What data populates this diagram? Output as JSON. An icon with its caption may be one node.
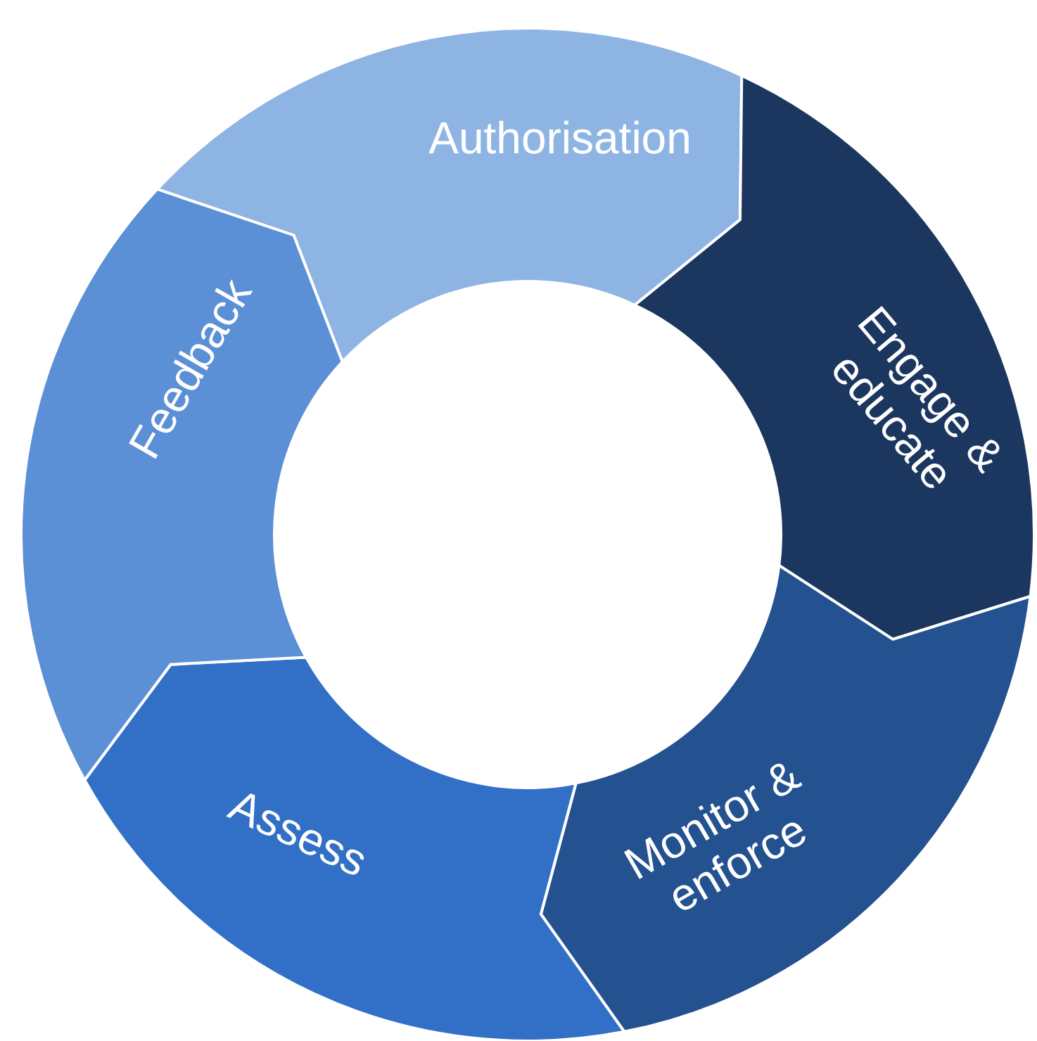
{
  "diagram": {
    "nodes": [
      {
        "text": [
          "Authorisation"
        ]
      },
      {
        "text": [
          "Engage & educate"
        ]
      },
      {
        "text": [
          "Monitor & enforce"
        ]
      },
      {
        "text": [
          "Assess"
        ]
      },
      {
        "text": [
          "Feedback"
        ]
      }
    ]
  }
}
